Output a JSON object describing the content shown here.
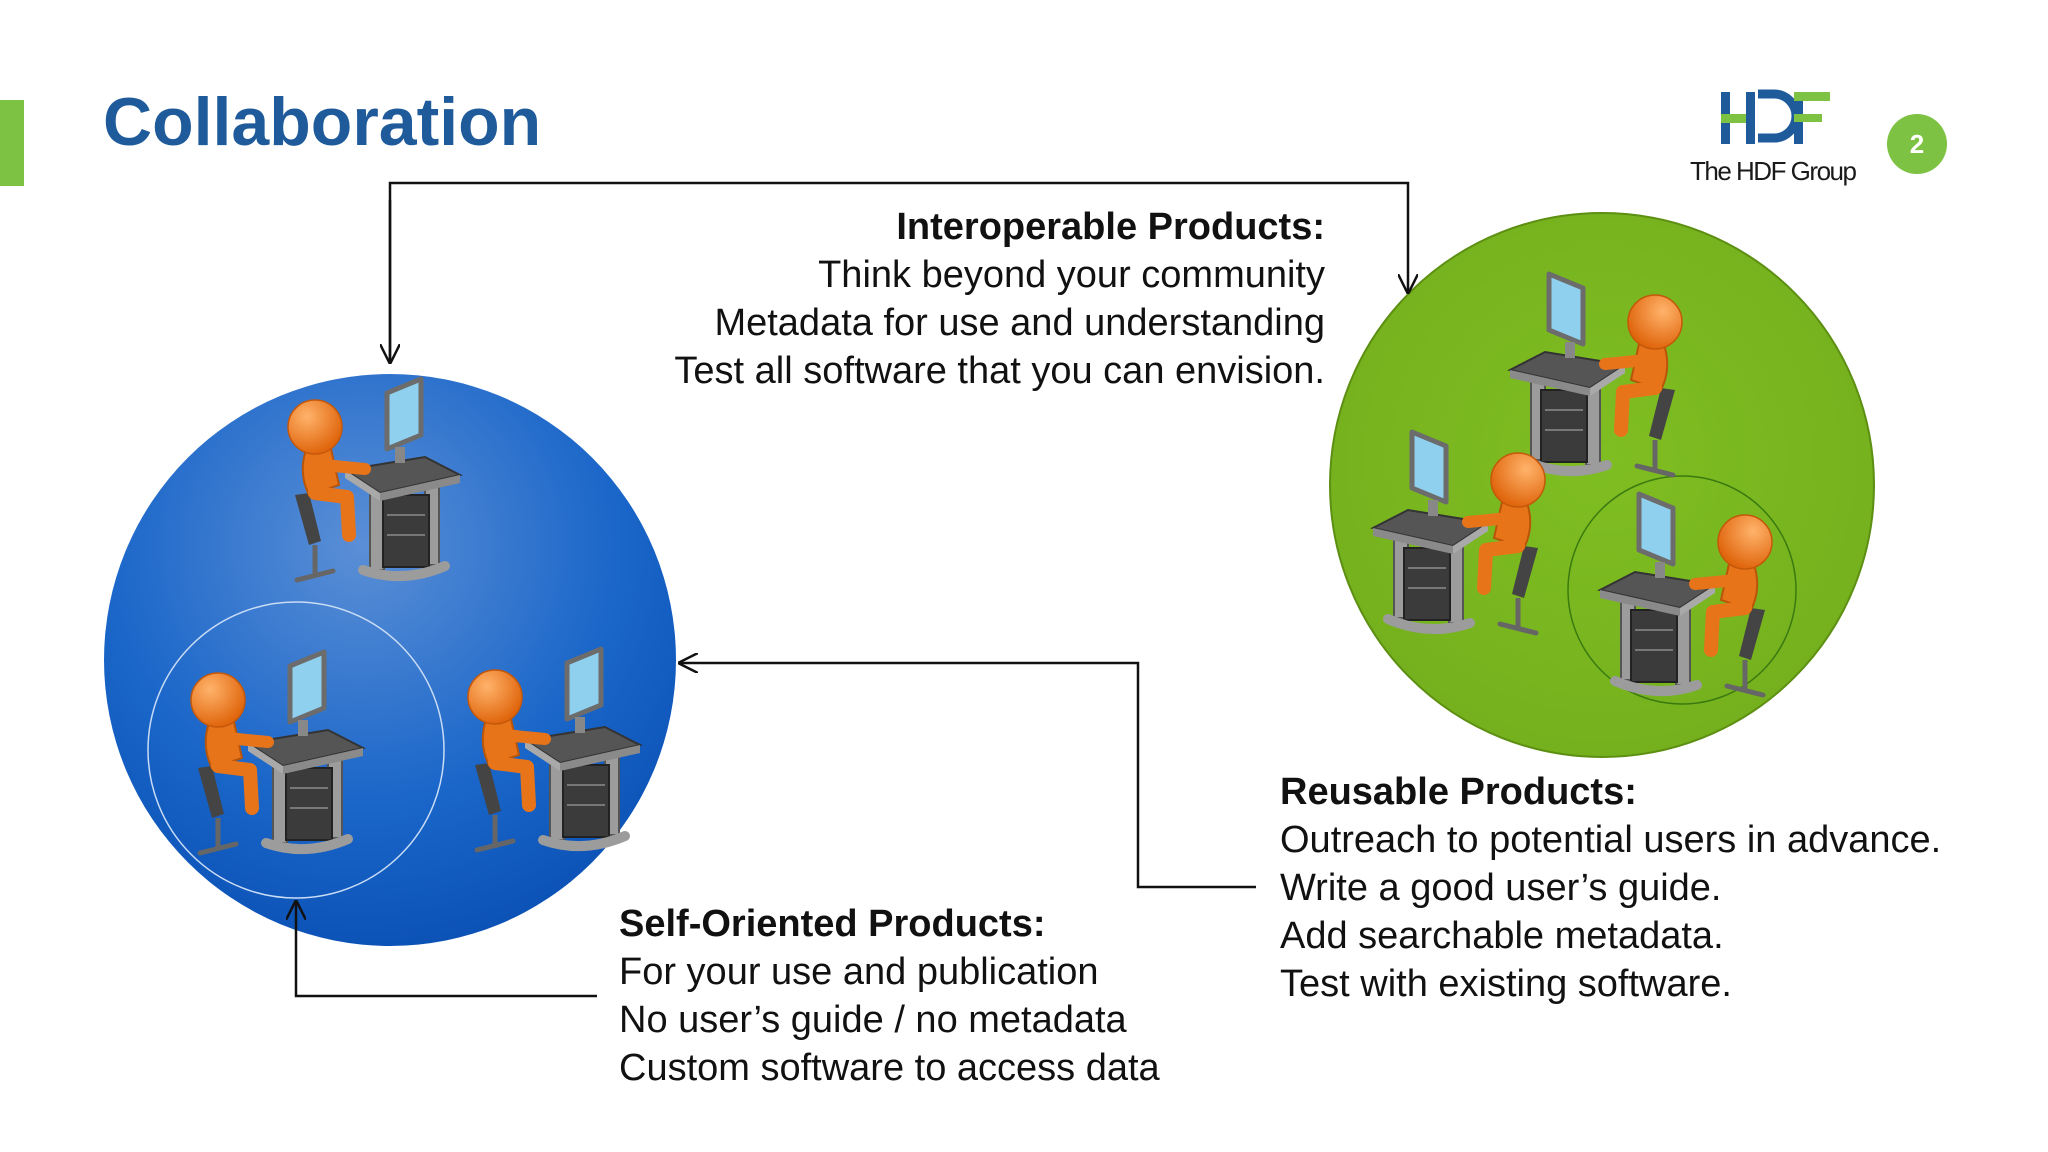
{
  "slide": {
    "title": "Collaboration",
    "page_number": "2",
    "logo": {
      "text": "The HDF Group",
      "mark": "HDF",
      "colors": {
        "blue": "#1f5b9b",
        "green": "#7dc242"
      }
    }
  },
  "groups": [
    {
      "id": "self-oriented",
      "heading": "Self-Oriented Products:",
      "lines": [
        "For your use and publication",
        "No user’s guide / no metadata",
        "Custom software to access data"
      ],
      "circle_color": "#1565c0",
      "workstations": 3
    },
    {
      "id": "interoperable",
      "heading": "Interoperable Products:",
      "lines": [
        "Think beyond your community",
        "Metadata for use and understanding",
        "Test all software that you can envision."
      ]
    },
    {
      "id": "reusable",
      "heading": "Reusable Products:",
      "lines": [
        "Outreach to potential users in advance.",
        "Write a good user’s guide.",
        "Add searchable metadata.",
        "Test with existing software."
      ],
      "circle_color": "#78b41e",
      "workstations": 3
    }
  ],
  "icons": [
    "person-at-computer-icon",
    "arrow-icon"
  ]
}
